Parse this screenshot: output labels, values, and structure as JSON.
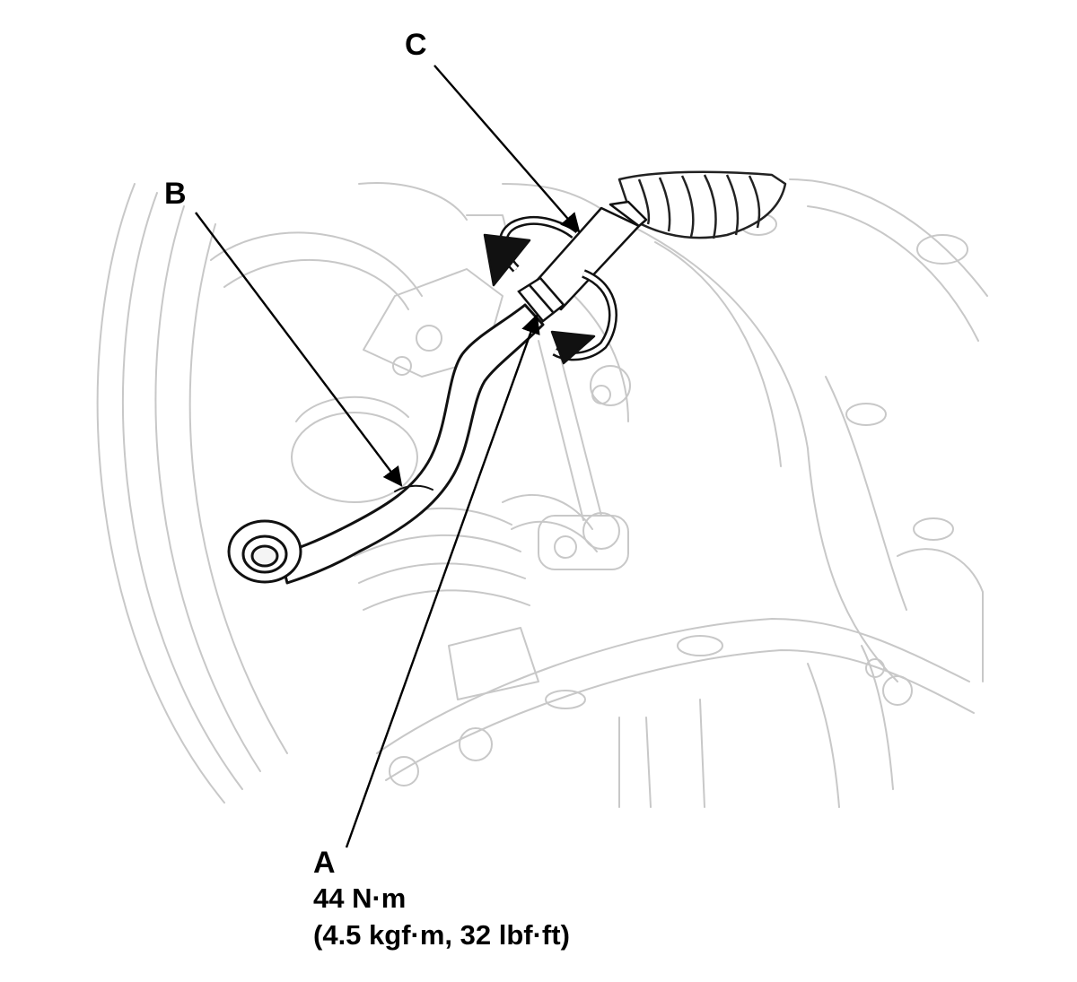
{
  "callouts": {
    "a": {
      "letter": "A",
      "torque": "44 N·m",
      "torque_alt": "(4.5 kgf·m, 32 lbf·ft)"
    },
    "b": {
      "letter": "B"
    },
    "c": {
      "letter": "C"
    }
  },
  "colors": {
    "background": "#ffffff",
    "outline_light": "#c8c8c8",
    "outline_dark": "#000000"
  }
}
